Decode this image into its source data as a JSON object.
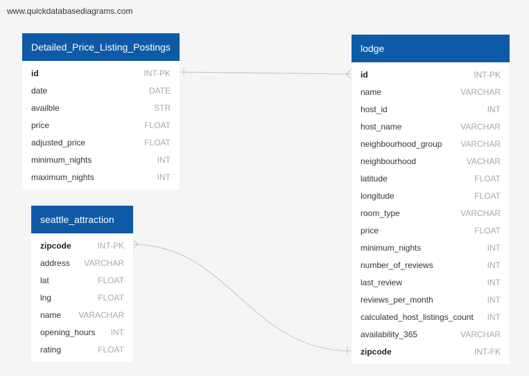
{
  "site": {
    "url": "www.quickdatabasediagrams.com"
  },
  "colors": {
    "header": "#0e5aa7",
    "connector": "#c2c2c2",
    "background": "#f4f5f4"
  },
  "tables": {
    "detailed": {
      "name": "Detailed_Price_Listing_Postings",
      "columns": [
        {
          "name": "id",
          "type": "INT-PK",
          "key": true
        },
        {
          "name": "date",
          "type": "DATE",
          "key": false
        },
        {
          "name": "availble",
          "type": "STR",
          "key": false
        },
        {
          "name": "price",
          "type": "FLOAT",
          "key": false
        },
        {
          "name": "adjusted_price",
          "type": "FLOAT",
          "key": false
        },
        {
          "name": "minimum_nights",
          "type": "INT",
          "key": false
        },
        {
          "name": "maximum_nights",
          "type": "INT",
          "key": false
        }
      ]
    },
    "lodge": {
      "name": "lodge",
      "columns": [
        {
          "name": "id",
          "type": "INT-PK",
          "key": true
        },
        {
          "name": "name",
          "type": "VARCHAR",
          "key": false
        },
        {
          "name": "host_id",
          "type": "INT",
          "key": false
        },
        {
          "name": "host_name",
          "type": "VARCHAR",
          "key": false
        },
        {
          "name": "neighbourhood_group",
          "type": "VARCHAR",
          "key": false
        },
        {
          "name": "neighbourhood",
          "type": "VACHAR",
          "key": false
        },
        {
          "name": "latitude",
          "type": "FLOAT",
          "key": false
        },
        {
          "name": "longitude",
          "type": "FLOAT",
          "key": false
        },
        {
          "name": "room_type",
          "type": "VARCHAR",
          "key": false
        },
        {
          "name": "price",
          "type": "FLOAT",
          "key": false
        },
        {
          "name": "minimum_nights",
          "type": "INT",
          "key": false
        },
        {
          "name": "number_of_reviews",
          "type": "INT",
          "key": false
        },
        {
          "name": "last_review",
          "type": "INT",
          "key": false
        },
        {
          "name": "reviews_per_month",
          "type": "INT",
          "key": false
        },
        {
          "name": "calculated_host_listings_count",
          "type": "INT",
          "key": false
        },
        {
          "name": "availability_365",
          "type": "VARCHAR",
          "key": false
        },
        {
          "name": "zipcode",
          "type": "INT-FK",
          "key": true
        }
      ]
    },
    "seattle": {
      "name": "seattle_attraction",
      "columns": [
        {
          "name": "zipcode",
          "type": "INT-PK",
          "key": true
        },
        {
          "name": "address",
          "type": "VARCHAR",
          "key": false
        },
        {
          "name": "lat",
          "type": "FLOAT",
          "key": false
        },
        {
          "name": "lng",
          "type": "FLOAT",
          "key": false
        },
        {
          "name": "name",
          "type": "VARACHAR",
          "key": false
        },
        {
          "name": "opening_hours",
          "type": "INT",
          "key": false
        },
        {
          "name": "rating",
          "type": "FLOAT",
          "key": false
        }
      ]
    }
  }
}
